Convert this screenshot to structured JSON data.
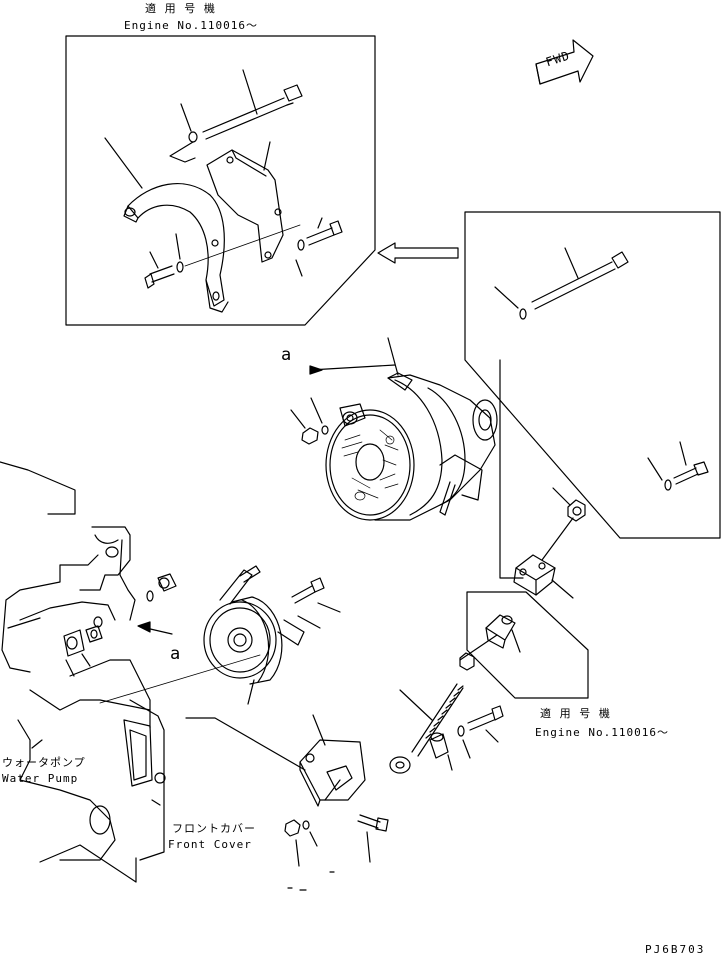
{
  "serial_top": {
    "jp": "適 用 号 機",
    "en": "Engine No.110016～"
  },
  "serial_bottom": {
    "jp": "適 用 号 機",
    "en": "Engine No.110016～"
  },
  "fwd": "FWD",
  "view_mark_upper": "a",
  "view_mark_lower": "a",
  "water_pump": {
    "jp": "ウォータポンプ",
    "en": "Water Pump"
  },
  "front_cover": {
    "jp": "フロントカバー",
    "en": "Front Cover"
  },
  "drawing_code": "PJ6B703"
}
